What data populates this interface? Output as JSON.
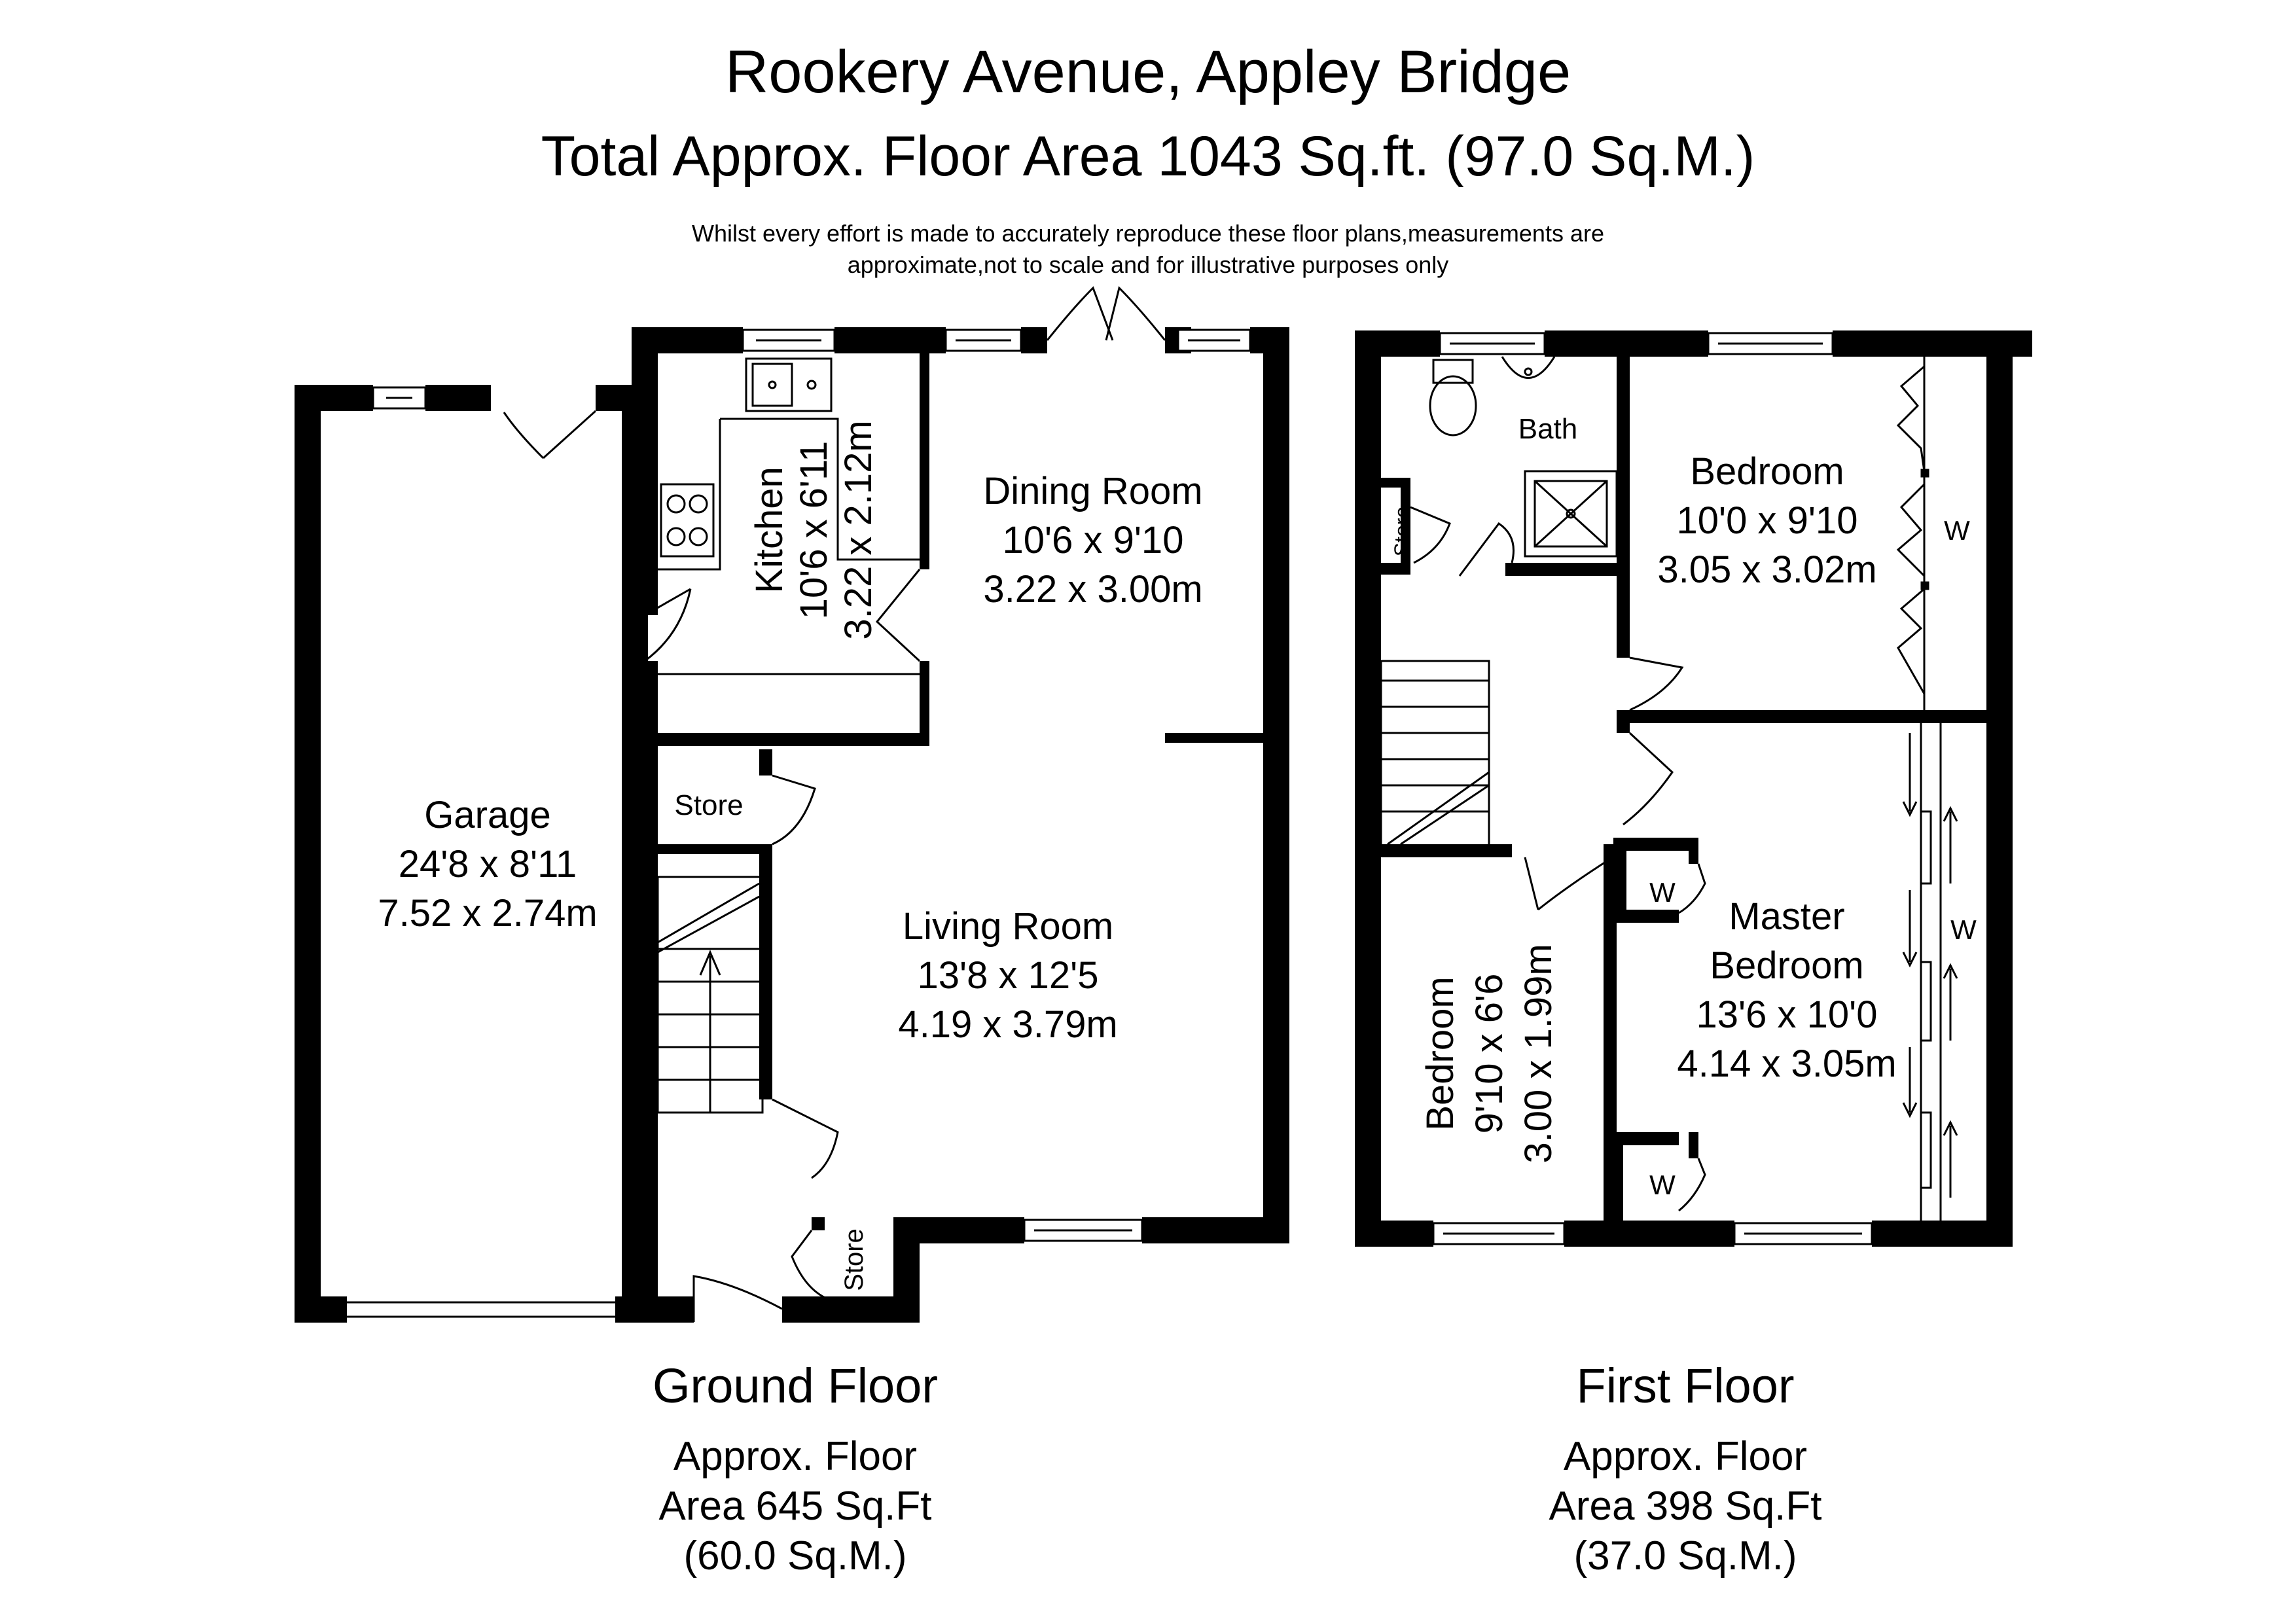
{
  "header": {
    "title": "Rookery Avenue, Appley Bridge",
    "subtitle": "Total Approx. Floor Area 1043 Sq.ft. (97.0 Sq.M.)",
    "disclaimer_line1": "Whilst every effort is made to accurately reproduce these floor plans,measurements are",
    "disclaimer_line2": "approximate,not to scale and for illustrative purposes only"
  },
  "ground_floor": {
    "label": "Ground Floor",
    "area_line1": "Approx. Floor",
    "area_line2": "Area 645 Sq.Ft",
    "area_line3": "(60.0 Sq.M.)",
    "rooms": {
      "garage": {
        "name": "Garage",
        "imperial": "24'8 x 8'11",
        "metric": "7.52 x 2.74m"
      },
      "kitchen": {
        "name": "Kitchen",
        "imperial": "10'6 x 6'11",
        "metric": "3.22 x 2.12m"
      },
      "dining": {
        "name": "Dining Room",
        "imperial": "10'6 x 9'10",
        "metric": "3.22 x 3.00m"
      },
      "living": {
        "name": "Living Room",
        "imperial": "13'8 x 12'5",
        "metric": "4.19 x 3.79m"
      },
      "store_upper": "Store",
      "store_lower": "Store"
    }
  },
  "first_floor": {
    "label": "First Floor",
    "area_line1": "Approx. Floor",
    "area_line2": "Area 398 Sq.Ft",
    "area_line3": "(37.0 Sq.M.)",
    "rooms": {
      "bath": "Bath",
      "store": "Store",
      "bedroom_right": {
        "name": "Bedroom",
        "imperial": "10'0 x 9'10",
        "metric": "3.05 x 3.02m"
      },
      "bedroom_small": {
        "name": "Bedroom",
        "imperial": "9'10 x 6'6",
        "metric": "3.00 x 1.99m"
      },
      "master": {
        "line1": "Master",
        "line2": "Bedroom",
        "imperial": "13'6 x 10'0",
        "metric": "4.14 x 3.05m"
      },
      "wardrobe": "W"
    }
  }
}
